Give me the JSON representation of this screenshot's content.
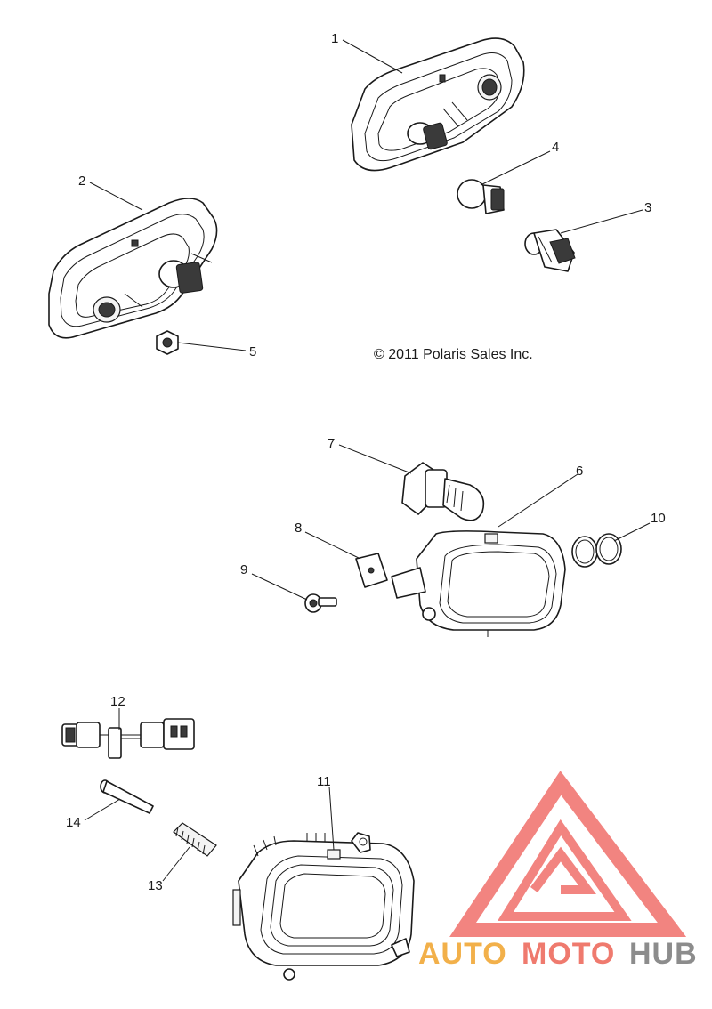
{
  "copyright": "© 2011 Polaris Sales Inc.",
  "watermark": {
    "brand_parts": [
      "AUTO",
      "MOTO",
      "HUB"
    ],
    "colors": {
      "auto": "#f2b04a",
      "moto": "#ef7a6e",
      "hub": "#8c8c8c",
      "logo": "#f06f6a"
    }
  },
  "callouts": {
    "p1": "1",
    "p2": "2",
    "p3": "3",
    "p4": "4",
    "p5": "5",
    "p6": "6",
    "p7": "7",
    "p8": "8",
    "p9": "9",
    "p10": "10",
    "p11": "11",
    "p12": "12",
    "p13": "13",
    "p14": "14"
  }
}
